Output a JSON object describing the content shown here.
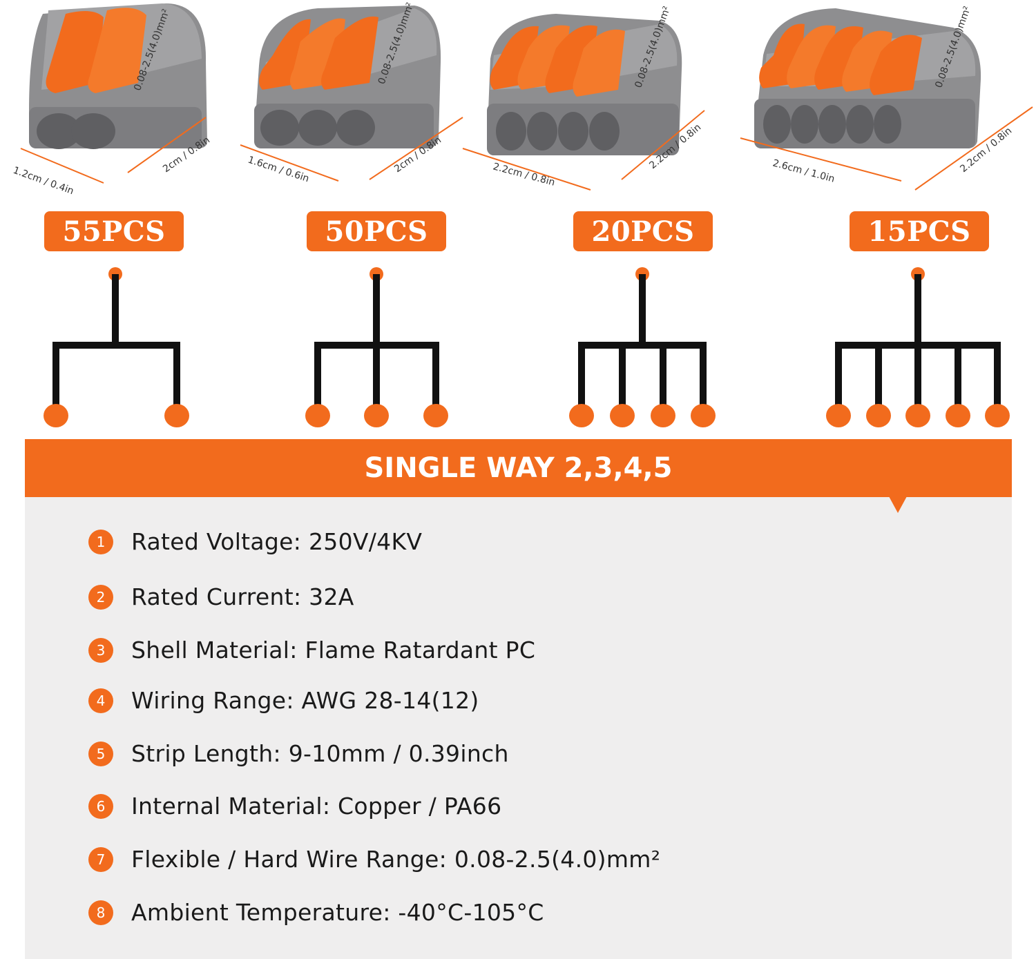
{
  "connectors": [
    {
      "dim_front": "1.2cm / 0.4in",
      "dim_side": "2cm / 0.8in",
      "marking": "0.08-2.5(4.0)mm²"
    },
    {
      "dim_front": "1.6cm / 0.6in",
      "dim_side": "2cm / 0.8in",
      "marking": "0.08-2.5(4.0)mm²"
    },
    {
      "dim_front": "2.2cm / 0.8in",
      "dim_side": "2.2cm / 0.8in",
      "marking": "0.08-2.5(4.0)mm²"
    },
    {
      "dim_front": "2.6cm / 1.0in",
      "dim_side": "2.2cm / 0.8in",
      "marking": "0.08-2.5(4.0)mm²"
    }
  ],
  "badges": [
    "55PCS",
    "50PCS",
    "20PCS",
    "15PCS"
  ],
  "banner": "SINGLE WAY 2,3,4,5",
  "specs": [
    {
      "num": "1",
      "text": "Rated Voltage: 250V/4KV"
    },
    {
      "num": "2",
      "text": "Rated Current: 32A"
    },
    {
      "num": "3",
      "text": "Shell Material: Flame Ratardant PC"
    },
    {
      "num": "4",
      "text": "Wiring Range: AWG 28-14(12)"
    },
    {
      "num": "5",
      "text": "Strip Length: 9-10mm / 0.39inch"
    },
    {
      "num": "6",
      "text": "Internal Material: Copper / PA66"
    },
    {
      "num": "7",
      "text": "Flexible / Hard Wire Range: 0.08-2.5(4.0)mm²"
    },
    {
      "num": "8",
      "text": "Ambient Temperature: -40°C-105°C"
    }
  ],
  "colors": {
    "accent": "#f26b1d",
    "panel": "#efeeee",
    "body_gray": "#8d8d8f",
    "lever": "#f26b1d"
  }
}
